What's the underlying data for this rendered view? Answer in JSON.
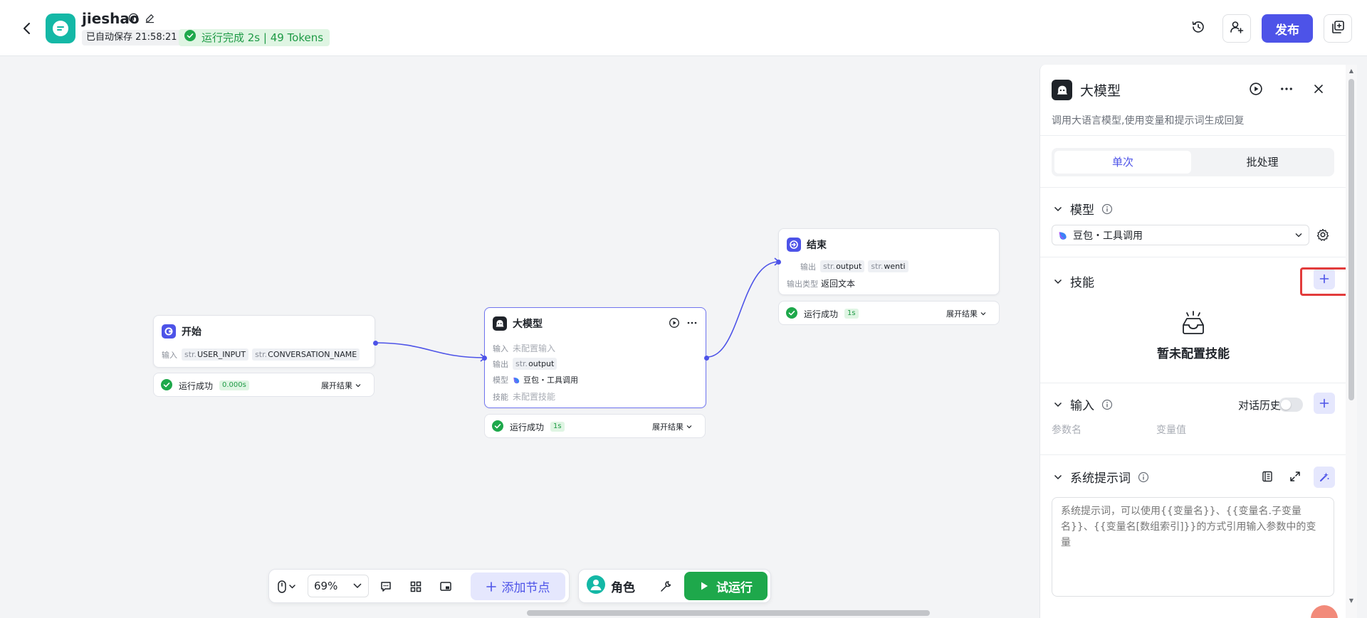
{
  "header": {
    "app_name": "jieshao",
    "autosave": "已自动保存 21:58:21",
    "run_status": "运行完成 2s | 49 Tokens",
    "publish_label": "发布"
  },
  "nodes": {
    "start": {
      "title": "开始",
      "input_label": "输入",
      "inputs": [
        {
          "type": "str.",
          "name": "USER_INPUT"
        },
        {
          "type": "str.",
          "name": "CONVERSATION_NAME"
        }
      ],
      "result": {
        "status": "运行成功",
        "time": "0.000s",
        "expand": "展开结果"
      }
    },
    "llm": {
      "title": "大模型",
      "input_label": "输入",
      "input_value": "未配置输入",
      "output_label": "输出",
      "output": {
        "type": "str.",
        "name": "output"
      },
      "model_label": "模型",
      "model_value": "豆包・工具调用",
      "skill_label": "技能",
      "skill_value": "未配置技能",
      "result": {
        "status": "运行成功",
        "time": "1s",
        "expand": "展开结果"
      }
    },
    "end": {
      "title": "结束",
      "output_label": "输出",
      "outputs": [
        {
          "type": "str.",
          "name": "output"
        },
        {
          "type": "str.",
          "name": "wenti"
        }
      ],
      "output_type_label": "输出类型",
      "output_type_value": "返回文本",
      "result": {
        "status": "运行成功",
        "time": "1s",
        "expand": "展开结果"
      }
    }
  },
  "toolbar": {
    "zoom": "69%",
    "add_node": "添加节点",
    "role": "角色",
    "trial_run": "试运行"
  },
  "panel": {
    "title": "大模型",
    "description": "调用大语言模型,使用变量和提示词生成回复",
    "tabs": [
      "单次",
      "批处理"
    ],
    "model_section": "模型",
    "model_selected": "豆包・工具调用",
    "skill_section": "技能",
    "skill_empty": "暂未配置技能",
    "input_section": "输入",
    "chat_history": "对话历史",
    "param_name": "参数名",
    "var_value": "变量值",
    "system_prompt_section": "系统提示词",
    "system_prompt_placeholder": "系统提示词，可以使用{{变量名}}、{{变量名.子变量名}}、{{变量名[数组索引]}}的方式引用输入参数中的变量"
  },
  "colors": {
    "accent": "#4d53e8",
    "success": "#1ea84b",
    "highlight_border": "#e23b3b"
  }
}
